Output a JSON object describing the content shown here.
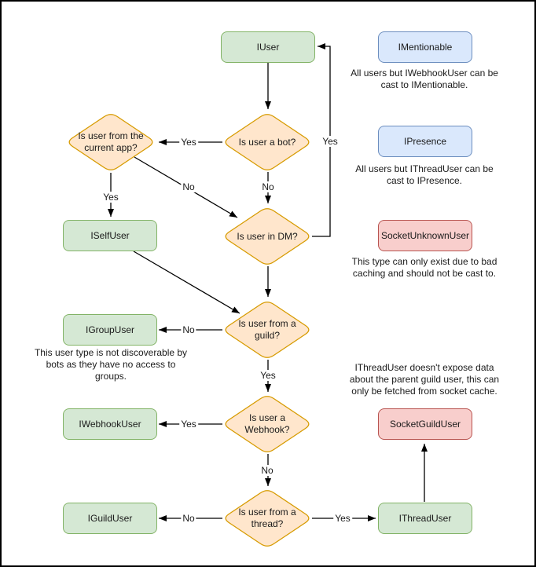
{
  "colors": {
    "green_fill": "#d5e8d4",
    "green_stroke": "#82b366",
    "blue_fill": "#dae8fc",
    "blue_stroke": "#6c8ebf",
    "orange_fill": "#ffe6cc",
    "orange_stroke": "#d79b00",
    "red_fill": "#f8cecc",
    "red_stroke": "#b85450",
    "edge_color": "#000000",
    "text_color": "#1a1a1a",
    "canvas_bg": "#ffffff",
    "canvas_border": "#000000"
  },
  "nodes": {
    "iuser": "IUser",
    "imentionable": "IMentionable",
    "ipresence": "IPresence",
    "iselfuser": "ISelfUser",
    "socketunknownuser": "SocketUnknownUser",
    "igroupuser": "IGroupUser",
    "iwebhookuser": "IWebhookUser",
    "socketguilduser": "SocketGuildUser",
    "iguilduser": "IGuildUser",
    "ithreaduser": "IThreadUser"
  },
  "decisions": {
    "bot": "Is user a bot?",
    "current_app": "Is user from the\ncurrent app?",
    "dm": "Is user in DM?",
    "guild": "Is user from a\nguild?",
    "webhook": "Is user a\nWebhook?",
    "thread": "Is user from a\nthread?"
  },
  "edge_labels": {
    "bot_yes": "Yes",
    "bot_no": "No",
    "app_yes": "Yes",
    "app_no": "No",
    "dm_yes": "Yes",
    "guild_no": "No",
    "guild_yes": "Yes",
    "webhook_yes": "Yes",
    "webhook_no": "No",
    "thread_no": "No",
    "thread_yes": "Yes"
  },
  "notes": {
    "imentionable": "All users but IWebhookUser can be\ncast to IMentionable.",
    "ipresence": "All users but IThreadUser can be\ncast to IPresence.",
    "socketunknownuser": "This type can only exist due to bad\ncaching and should not be cast to.",
    "igroupuser": "This user type is not discoverable by\nbots as they have no access to\ngroups.",
    "ithreaduser": "IThreadUser doesn't expose data\nabout the parent guild user, this can\nonly be fetched from socket cache."
  }
}
